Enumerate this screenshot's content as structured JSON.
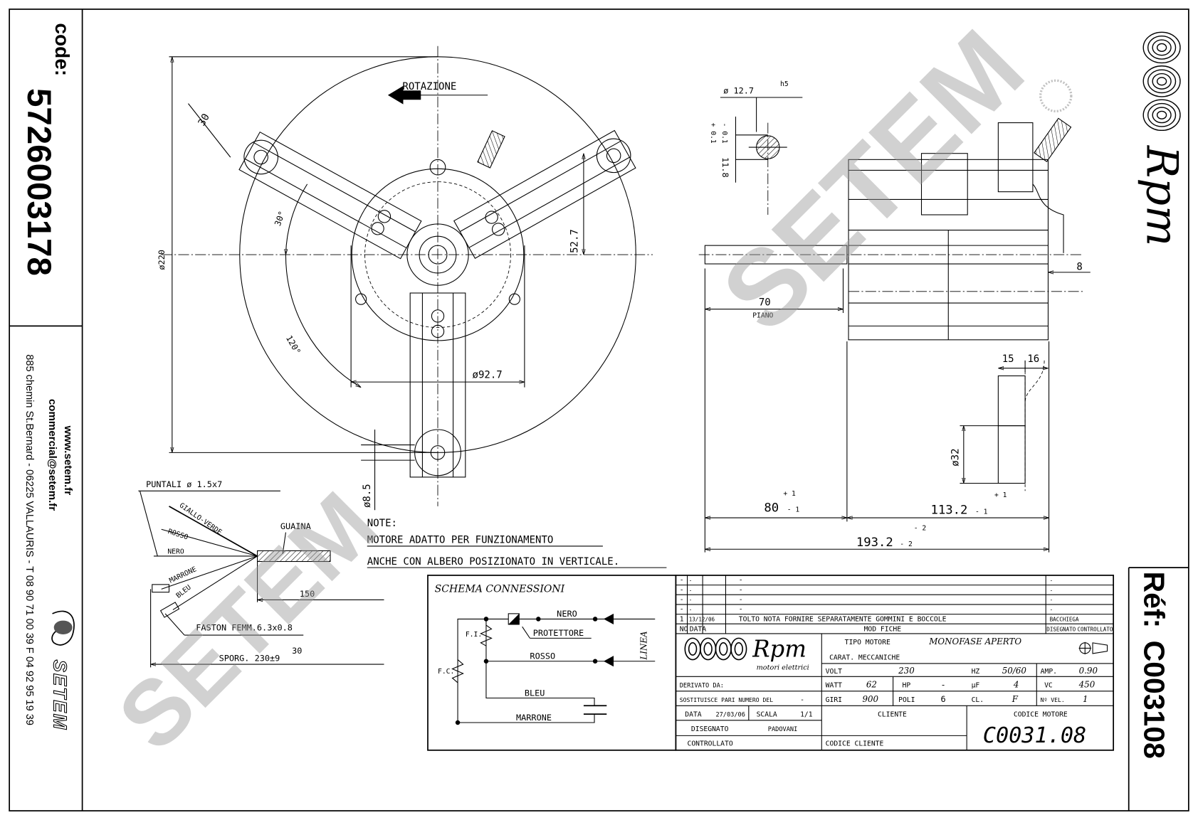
{
  "sidebar_left": {
    "code_label": "code:",
    "code_value": "5726003178",
    "website": "www.setem.fr",
    "email": "commercial@setem.fr",
    "address": "885 chemin St.Bernard - 06225 VALLAURIS - T 08 90 71 00 39  F 04 92 95 19 39",
    "brand": "SETEM"
  },
  "sidebar_right": {
    "brand": "Rpm",
    "ref_label": "Réf:",
    "ref_value": "C003108"
  },
  "front_view": {
    "rotation_label": "ROTAZIONE",
    "dims": {
      "arm_width": "30",
      "angle_30": "30°",
      "angle_120": "120°",
      "height_52": "52.7",
      "dia_92": "ø92.7",
      "dia_220": "ø220",
      "dia_8": "ø8.5"
    }
  },
  "side_view": {
    "shaft_dia": "ø 12.7",
    "shaft_tol": "h5",
    "flat_tol_plus": "+ 0.1",
    "flat_tol_minus": "- 0.1",
    "flat_dim": "11.8",
    "dim_8": "8",
    "dim_70": "70",
    "piano": "PIANO",
    "dim_15": "15",
    "dim_16": "16",
    "dia_32": "ø32",
    "dim_80": "80",
    "dim_80_tol_plus": "+ 1",
    "dim_80_tol_minus": "- 1",
    "dim_113": "113.2",
    "dim_113_tol_plus": "+ 1",
    "dim_113_tol_minus": "- 1",
    "dim_193": "193.2",
    "dim_193_tol_plus": "- 2",
    "dim_193_tol_minus": "- 2"
  },
  "leads": {
    "puntali": "PUNTALI ø 1.5x7",
    "wires": [
      "GIALLO-VERDE",
      "ROSSO",
      "NERO",
      "MARRONE",
      "BLEU"
    ],
    "guaina": "GUAINA",
    "faston": "FASTON FEMM.6.3x0.8",
    "dim_150": "150",
    "dim_30": "30",
    "sporg": "SPORG. 230±9"
  },
  "note": {
    "title": "NOTE:",
    "line1": "MOTORE ADATTO PER FUNZIONAMENTO",
    "line2": "ANCHE CON ALBERO POSIZIONATO IN VERTICALE."
  },
  "schema": {
    "title": "SCHEMA CONNESSIONI",
    "nero": "NERO",
    "protettore": "PROTETTORE",
    "rosso": "ROSSO",
    "bleu": "BLEU",
    "marrone": "MARRONE",
    "fi": "F.I.",
    "fc": "F.C.",
    "linea": "LINEA"
  },
  "title_block": {
    "revisions": [
      {
        "n": "-",
        "date": "-",
        "desc": "-",
        "drawn": "-"
      },
      {
        "n": "-",
        "date": "-",
        "desc": "-",
        "drawn": "-"
      },
      {
        "n": "-",
        "date": "-",
        "desc": "-",
        "drawn": "-"
      },
      {
        "n": "-",
        "date": "-",
        "desc": "-",
        "drawn": "-"
      },
      {
        "n": "1",
        "date": "13/12/06",
        "desc": "TOLTO NOTA FORNIRE SEPARATAMENTE GOMMINI E BOCCOLE",
        "drawn": "BACCHIEGA"
      }
    ],
    "hdr_n": "NO",
    "hdr_date": "DATA",
    "hdr_mod": "MOD FICHE",
    "hdr_drawn": "DISEGNATO",
    "hdr_checked": "CONTROLLATO",
    "logo_text": "Rpm",
    "logo_sub": "motori elettrici",
    "tipo_label": "TIPO MOTORE",
    "tipo_value": "MONOFASE APERTO",
    "carat_label": "CARAT. MECCANICHE",
    "volt_label": "VOLT",
    "volt": "230",
    "hz_label": "HZ",
    "hz": "50/60",
    "amp_label": "AMP.",
    "amp": "0.90",
    "watt_label": "WATT",
    "watt": "62",
    "hp_label": "HP",
    "hp": "-",
    "uf_label": "µF",
    "uf": "4",
    "vc_label": "VC",
    "vc": "450",
    "giri_label": "GIRI",
    "giri": "900",
    "poli_label": "POLI",
    "poli": "6",
    "cl_label": "CL.",
    "cl": "F",
    "vel_label": "Nº VEL.",
    "vel": "1",
    "derivato_label": "DERIVATO DA:",
    "sostituisce_label": "SOSTITUISCE PARI NUMERO DEL",
    "sostituisce": "-",
    "data_label": "DATA",
    "data": "27/03/06",
    "scala_label": "SCALA",
    "scala": "1/1",
    "disegnato_label": "DISEGNATO",
    "disegnato": "PADOVANI",
    "controllato_label": "CONTROLLATO",
    "cliente_label": "CLIENTE",
    "codice_cliente_label": "CODICE CLIENTE",
    "codice_motore_label": "CODICE MOTORE",
    "codice_motore": "C0031.08"
  },
  "watermark": "SETEM"
}
